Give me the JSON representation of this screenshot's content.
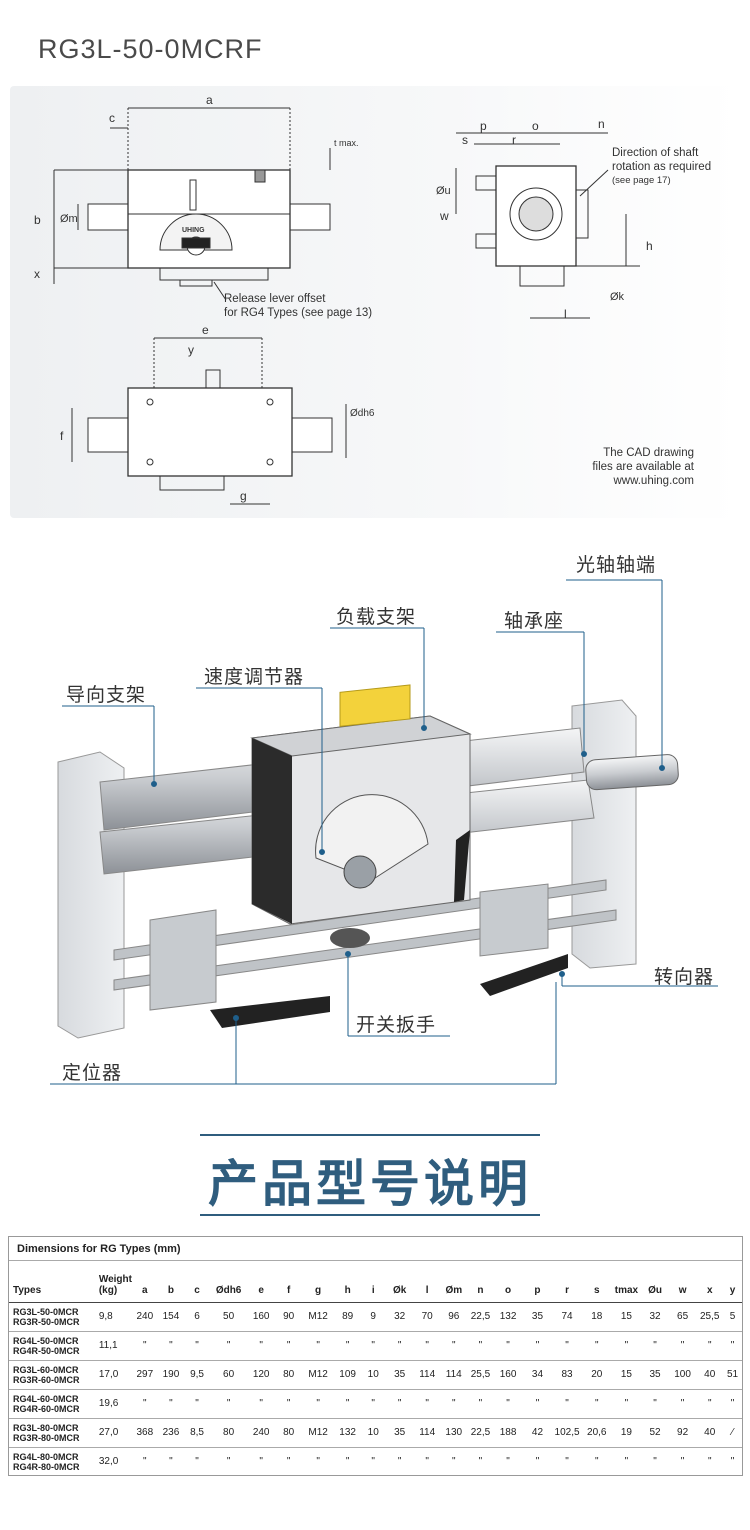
{
  "title": "RG3L-50-0MCRF",
  "drawing": {
    "dim_labels": {
      "a": "a",
      "c": "c",
      "b": "b",
      "m": "Øm",
      "x": "x",
      "tmax": "t max.",
      "p": "p",
      "o": "o",
      "n": "n",
      "s": "s",
      "r": "r",
      "u": "Øu",
      "w": "w",
      "h": "h",
      "k": "Øk",
      "l": "l",
      "e": "e",
      "y": "y",
      "f": "f",
      "g": "g",
      "d": "Ødh6"
    },
    "brand": "UHING",
    "note_lever_line1": "Release lever offset",
    "note_lever_line2": "for RG4 Types (see page 13)",
    "note_direction_line1": "Direction of shaft",
    "note_direction_line2": "rotation as required",
    "note_direction_line3": "(see page 17)",
    "note_cad_line1": "The CAD drawing",
    "note_cad_line2": "files are available at",
    "note_cad_line3": "www.uhing.com"
  },
  "photo_labels": {
    "shaft_end": "光轴轴端",
    "load_bracket": "负载支架",
    "bearing_seat": "轴承座",
    "speed_regulator": "速度调节器",
    "guide_bracket": "导向支架",
    "reverser": "转向器",
    "switch_lever": "开关扳手",
    "positioner": "定位器"
  },
  "heading": "产品型号说明",
  "table": {
    "caption": "Dimensions for  RG Types (mm)",
    "col_types": "Types",
    "col_weight_1": "Weight",
    "col_weight_2": "(kg)",
    "columns": [
      "a",
      "b",
      "c",
      "Ødh6",
      "e",
      "f",
      "g",
      "h",
      "i",
      "Øk",
      "l",
      "Øm",
      "n",
      "o",
      "p",
      "r",
      "s",
      "tmax",
      "Øu",
      "w",
      "x",
      "y"
    ],
    "rows": [
      {
        "t1": "RG3L-50-0MCR",
        "t2": "RG3R-50-0MCR",
        "weight": "9,8",
        "vals": [
          "240",
          "154",
          "6",
          "50",
          "160",
          "90",
          "M12",
          "89",
          "9",
          "32",
          "70",
          "96",
          "22,5",
          "132",
          "35",
          "74",
          "18",
          "15",
          "32",
          "65",
          "25,5",
          "5"
        ]
      },
      {
        "t1": "RG4L-50-0MCR",
        "t2": "RG4R-50-0MCR",
        "weight": "11,1",
        "vals": [
          "\"",
          "\"",
          "\"",
          "\"",
          "\"",
          "\"",
          "\"",
          "\"",
          "\"",
          "\"",
          "\"",
          "\"",
          "\"",
          "\"",
          "\"",
          "\"",
          "\"",
          "\"",
          "\"",
          "\"",
          "\"",
          "\""
        ]
      },
      {
        "t1": "RG3L-60-0MCR",
        "t2": "RG3R-60-0MCR",
        "weight": "17,0",
        "vals": [
          "297",
          "190",
          "9,5",
          "60",
          "120",
          "80",
          "M12",
          "109",
          "10",
          "35",
          "114",
          "114",
          "25,5",
          "160",
          "34",
          "83",
          "20",
          "15",
          "35",
          "100",
          "40",
          "51"
        ]
      },
      {
        "t1": "RG4L-60-0MCR",
        "t2": "RG4R-60-0MCR",
        "weight": "19,6",
        "vals": [
          "\"",
          "\"",
          "\"",
          "\"",
          "\"",
          "\"",
          "\"",
          "\"",
          "\"",
          "\"",
          "\"",
          "\"",
          "\"",
          "\"",
          "\"",
          "\"",
          "\"",
          "\"",
          "\"",
          "\"",
          "\"",
          "\""
        ]
      },
      {
        "t1": "RG3L-80-0MCR",
        "t2": "RG3R-80-0MCR",
        "weight": "27,0",
        "vals": [
          "368",
          "236",
          "8,5",
          "80",
          "240",
          "80",
          "M12",
          "132",
          "10",
          "35",
          "114",
          "130",
          "22,5",
          "188",
          "42",
          "102,5",
          "20,6",
          "19",
          "52",
          "92",
          "40",
          "⁄"
        ]
      },
      {
        "t1": "RG4L-80-0MCR",
        "t2": "RG4R-80-0MCR",
        "weight": "32,0",
        "vals": [
          "\"",
          "\"",
          "\"",
          "\"",
          "\"",
          "\"",
          "\"",
          "\"",
          "\"",
          "\"",
          "\"",
          "\"",
          "\"",
          "\"",
          "\"",
          "\"",
          "\"",
          "\"",
          "\"",
          "\"",
          "\"",
          "\""
        ]
      }
    ]
  }
}
